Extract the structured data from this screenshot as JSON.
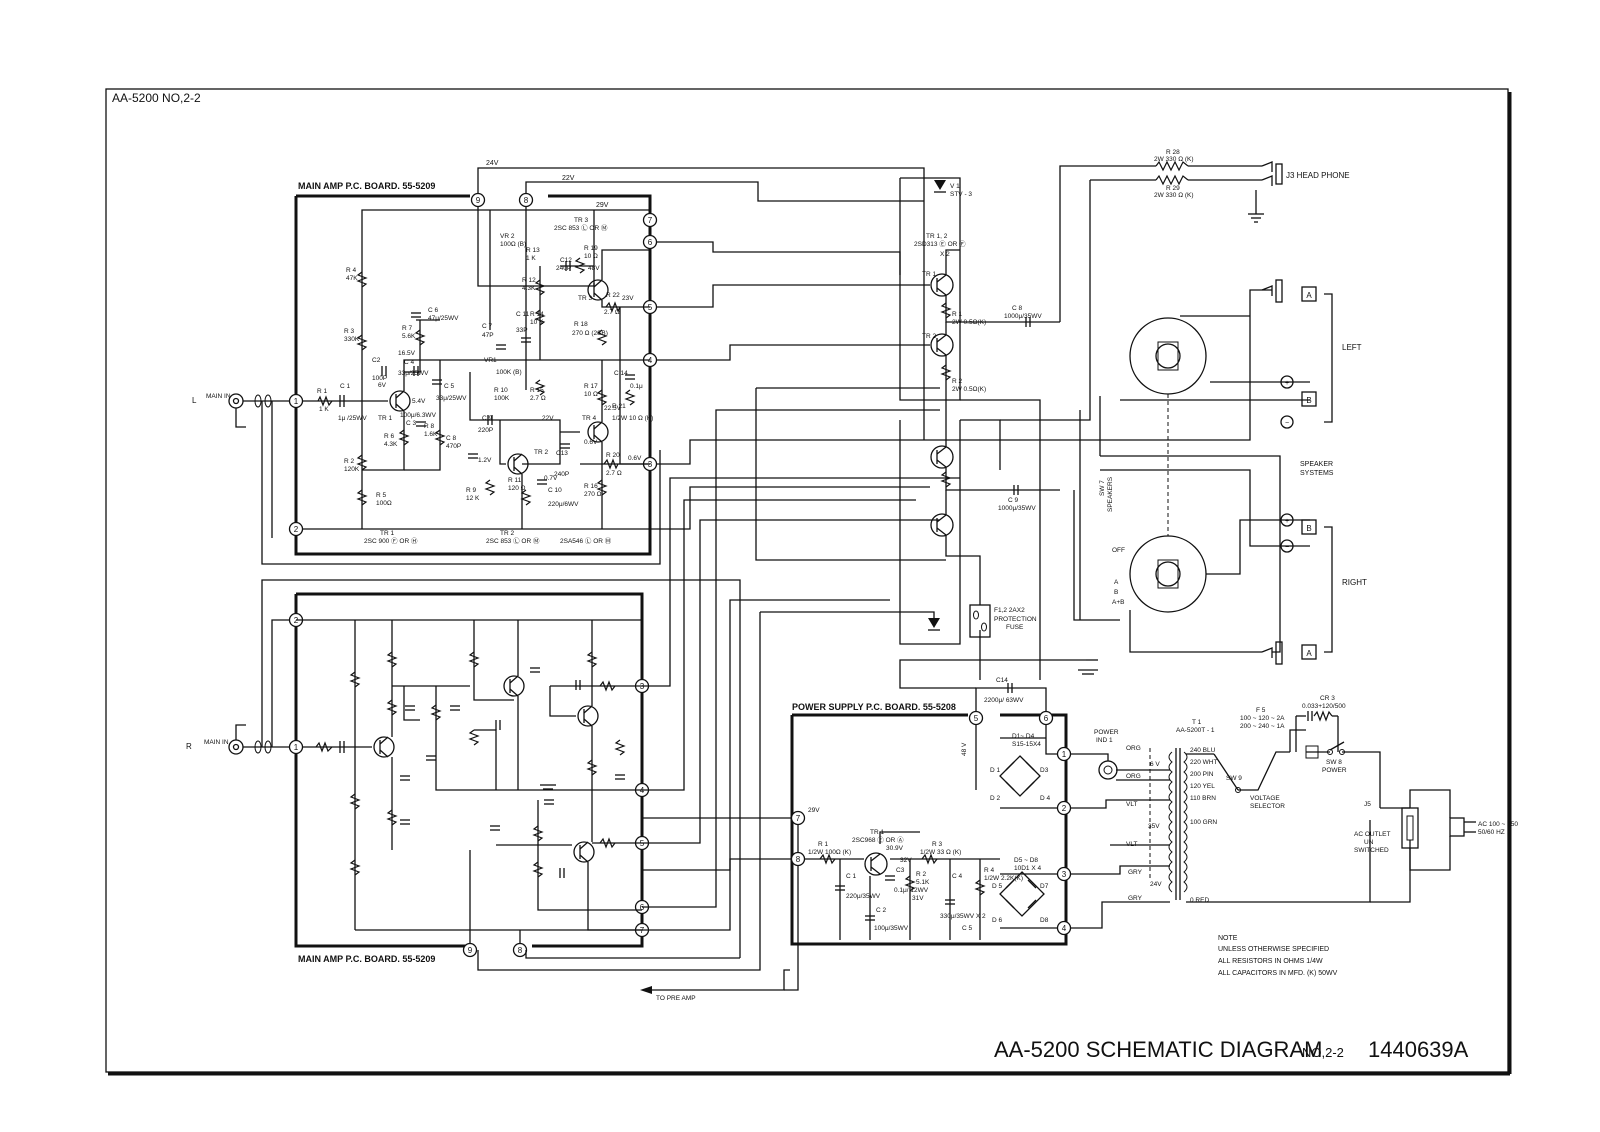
{
  "sheet_label": "AA-5200 NO,2-2",
  "title": {
    "main": "AA-5200 SCHEMATIC DIAGRAM",
    "sheet": "NO,2-2",
    "part": "1440639A"
  },
  "boards": {
    "main_amp_top": "MAIN AMP P.C. BOARD. 55-5209",
    "main_amp_bottom": "MAIN AMP P.C. BOARD. 55-5209",
    "power_supply": "POWER SUPPLY P.C. BOARD. 55-5208"
  },
  "nodes": {
    "top": [
      "9",
      "8",
      "7",
      "6",
      "5",
      "4",
      "3",
      "1",
      "2"
    ],
    "bottom": [
      "2",
      "1",
      "3",
      "4",
      "5",
      "6",
      "7",
      "9",
      "8"
    ],
    "power": [
      "5",
      "6",
      "1",
      "2",
      "7",
      "8",
      "3",
      "4"
    ]
  },
  "rails": {
    "v24": "24V",
    "v22": "22V",
    "v29": "29V"
  },
  "inputs": {
    "left_channel": "L",
    "left_jack": "MAIN IN",
    "right_channel": "R",
    "right_jack": "MAIN IN"
  },
  "components_top": {
    "r1": "R 1",
    "r1_val": "1 K",
    "c1": "C 1",
    "c1_val": "1μ /25WV",
    "r2": "R 2",
    "r2_val": "120K",
    "r3": "R 3",
    "r3_val": "330K",
    "r4": "R 4",
    "r4_val": "47K",
    "r5": "R 5",
    "r5_val": "100Ω",
    "r6": "R 6",
    "r6_val": "4.3K",
    "r7": "R 7",
    "r7_val": "5.6K",
    "r8": "R 8",
    "r8_val": "1.6K",
    "c2": "C2",
    "c2_val": "100P",
    "c3": "C 3",
    "c3_val": "100μ/6.3WV",
    "c4": "C 4",
    "c4_val": "33μ/25WV",
    "c5": "C 5",
    "c5_val": "33μ/25WV",
    "c6": "C 6",
    "c6_val": "47μ/25WV",
    "c8": "C 8",
    "c8_val": "470P",
    "v6": "6V",
    "v54": "5.4V",
    "v165": "16.5V",
    "vr2": "VR 2",
    "vr2_val": "100Ω (B)",
    "r13": "R 13",
    "r13_val": "1 K",
    "r12": "R 12",
    "r12_val": "4.3K",
    "r14": "R 14",
    "r14_val": "10 K",
    "c11": "C 11",
    "c11_val": "33P",
    "c12": "C12",
    "c12_val": "240P",
    "r19": "R 19",
    "r19_val": "10 Ω",
    "v48": "48V",
    "r22": "R 22",
    "r22_val": "2.7 Ω",
    "v23": "23V",
    "r18": "R 18",
    "r18_val": "270 Ω (2SB)",
    "c7": "C 7",
    "c7_val": "47P",
    "vr1": "VR1",
    "vr1_val": "100K (B)",
    "r10": "R 10",
    "r10_val": "100K",
    "r15": "R 15",
    "r15_val": "2.7 Ω",
    "c9": "C 9",
    "c9_val": "220P",
    "v22b": "22V",
    "r17": "R 17",
    "r17_val": "10 Ω",
    "v225": "22.5V",
    "c14": "C 14",
    "c14_val": "0.1μ",
    "r21": "R 21",
    "r21_val": "1/2W 10 Ω (K)",
    "c13": "C13",
    "c13_val": "240P",
    "r20": "R 20",
    "r20_val": "2.7 Ω",
    "v06": "0.6V",
    "v0681": "0.6V",
    "v12": "1.2V",
    "r9": "R 9",
    "r9_val": "12 K",
    "r11": "R 11",
    "r11_val": "120 Ω",
    "c10": "C 10",
    "c10_val": "220μ/6WV",
    "v07": "0.7V",
    "r16": "R 16",
    "r16_val": "270 Ω",
    "tr1_lbl": "TR 1",
    "tr2_lbl": "TR 2",
    "tr3_lbl": "TR 3",
    "tr4_lbl": "TR 4",
    "tr3_type": "TR 3",
    "tr3_part": "2SC 853 Ⓛ OR Ⓜ",
    "tr1_caption": "TR 1",
    "tr1_part": "2SC 900 Ⓕ OR Ⓗ",
    "tr2_caption": "TR 2",
    "tr2_part": "2SC 853 Ⓛ OR Ⓜ",
    "tr4_part": "2SA546 Ⓛ OR Ⓜ"
  },
  "output_stage": {
    "header": "TR 1, 2",
    "part": "2SD313 Ⓔ OR Ⓕ",
    "qty": "X 2",
    "tr1": "TR 1",
    "tr2": "TR 2",
    "r1": "R 1",
    "r1_val": "2W 0.5Ω(K)",
    "r2": "R 2",
    "r2_val": "2W 0.5Ω(K)",
    "c8": "C 8",
    "c8_val": "1000μ/35WV",
    "c9": "C 9",
    "c9_val": "1000μ/35WV",
    "v1": "V 1",
    "v1_val": "STV - 3",
    "fuse": "F1,2  2AX2",
    "fuse_desc1": "PROTECTION",
    "fuse_desc2": "FUSE"
  },
  "headphone": {
    "r28": "R 28",
    "r28_val": "2W 330 Ω (K)",
    "r29": "R 29",
    "r29_val": "2W 330 Ω (K)",
    "jack": "J3  HEAD PHONE"
  },
  "speakers": {
    "left": "LEFT",
    "right": "RIGHT",
    "systems_1": "SPEAKER",
    "systems_2": "SYSTEMS",
    "terminal_a": "A",
    "terminal_b": "B",
    "plus": "+",
    "minus": "−",
    "sw7": "SW 7",
    "sw7_desc": "SPEAKERS",
    "pos_off": "OFF",
    "pos_a": "A",
    "pos_b": "B",
    "pos_ab": "A+B"
  },
  "power_supply": {
    "c14": "C14",
    "c14_val": "2200μ/ 63WV",
    "v48": "48 V",
    "d1d4": "D1~ D4",
    "d1d4_part": "S15-15X4",
    "d1": "D 1",
    "d2": "D 2",
    "d3": "D3",
    "d4": "D 4",
    "tr1": "TR 1",
    "tr1_part": "2SC968 Ⓔ OR Ⓐ",
    "v29": "29V",
    "v309": "30.9V",
    "v32": "32V",
    "v31": "31V",
    "r1": "R 1",
    "r1_val": "1/2W 100Ω (K)",
    "r2": "R 2",
    "r2_val": "5.1K",
    "r3": "R 3",
    "r3_val": "1/2W 33 Ω (K)",
    "r4": "R 4",
    "r4_val": "1/2W 2.2K(K)",
    "c1": "C 1",
    "c1_val": "220μ/35WV",
    "c2": "C 2",
    "c2_val": "100μ/35WV",
    "c3": "C3",
    "c3_val": "0.1μ/ 12WV",
    "c4": "C 4",
    "c4_val": "330μ/35WV X 2",
    "c5": "C 5",
    "d5d8": "D5 ~ D8",
    "d5d8_part": "10D1 X 4",
    "d5": "D 5",
    "d6": "D 6",
    "d7": "D7",
    "d8": "D8",
    "to_pre_amp": "TO PRE AMP"
  },
  "mains": {
    "power_ind": "POWER",
    "power_ind2": "IND 1",
    "t1": "T 1",
    "t1_part": "AA-5200T - 1",
    "orange1": "ORG",
    "orange2": "ORG",
    "v6": "6 V",
    "vlt1": "VLT",
    "vlt2": "VLT",
    "v35": "35V",
    "gray1": "GRY",
    "gray2": "GRY",
    "v24": "24V",
    "tap_240": "240 BLU",
    "tap_220": "220 WHT",
    "tap_200": "200 PIN",
    "tap_120": "120 YEL",
    "tap_110": "110 BRN",
    "tap_100": "100 GRN",
    "tap_0": "0   RED",
    "sw9": "SW 9",
    "selector1": "VOLTAGE",
    "selector2": "SELECTOR",
    "f5": "F 5",
    "f5_line1": "100 ~ 120 ~ 2A",
    "f5_line2": "200 ~ 240 ~ 1A",
    "cr3": "CR 3",
    "cr3_val": "0.033+120/500",
    "sw8": "SW 8",
    "sw8_desc": "POWER",
    "j5": "J5",
    "j5_line1": "AC OUTLET",
    "j5_line2": "UN",
    "j5_line3": "SWITCHED",
    "ac_in1": "AC 100 ~ 250",
    "ac_in2": "50/60 HZ"
  },
  "note": {
    "head": "NOTE",
    "line1": "UNLESS OTHERWISE SPECIFIED",
    "line2": "ALL RESISTORS IN OHMS 1/4W",
    "line3": "ALL CAPACITORS IN MFD. (K) 50WV"
  }
}
